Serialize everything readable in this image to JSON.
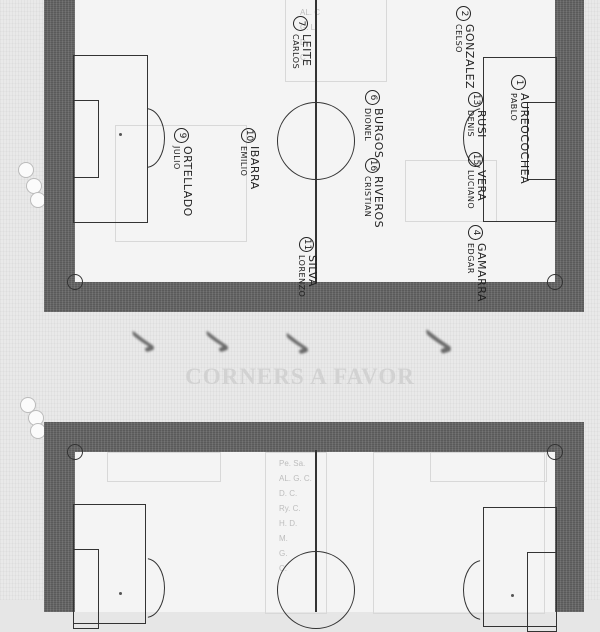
{
  "document": {
    "title": "CORNERS A FAVOR",
    "type": "football-lineup-sheet"
  },
  "top_pitch": {
    "players": [
      {
        "number": "1",
        "surname": "AUREOCOCHEA",
        "firstname": "PABLO",
        "position": "goalkeeper"
      },
      {
        "number": "2",
        "surname": "GONZALEZ",
        "firstname": "CELSO",
        "position": "right-back"
      },
      {
        "number": "13",
        "surname": "RUSI",
        "firstname": "DENIS",
        "position": "centre-back"
      },
      {
        "number": "15",
        "surname": "VERA",
        "firstname": "LUCIANO",
        "position": "centre-back"
      },
      {
        "number": "4",
        "surname": "GAMARRA",
        "firstname": "EDGAR",
        "position": "left-back"
      },
      {
        "number": "7",
        "surname": "LEITE",
        "firstname": "CARLOS",
        "position": "right-midfield"
      },
      {
        "number": "6",
        "surname": "BURGOS",
        "firstname": "DIONEL",
        "position": "centre-midfield"
      },
      {
        "number": "16",
        "surname": "RIVEROS",
        "firstname": "CRISTIAN",
        "position": "centre-midfield"
      },
      {
        "number": "11",
        "surname": "SILVA",
        "firstname": "LORENZO",
        "position": "left-midfield"
      },
      {
        "number": "10",
        "surname": "IBARRA",
        "firstname": "EMILIO",
        "position": "forward"
      },
      {
        "number": "9",
        "surname": "ORTELLADO",
        "firstname": "JULIO",
        "position": "striker"
      }
    ]
  },
  "tally_marks": [
    "✓",
    "✓",
    "✓",
    "✓"
  ],
  "bottom_pitch": {
    "players": []
  }
}
